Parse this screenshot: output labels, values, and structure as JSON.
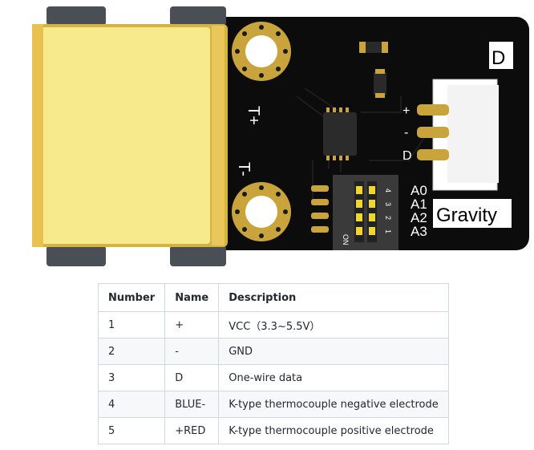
{
  "board": {
    "label_tplus": "T+",
    "label_tminus": "T-",
    "pin_d": "D",
    "pin_plus": "+",
    "pin_minus": "-",
    "pin_d2": "D",
    "switch_on": "ON",
    "switch_nums": [
      "1",
      "2",
      "3",
      "4"
    ],
    "addr_labels": [
      "A0",
      "A1",
      "A2",
      "A3"
    ],
    "brand": "Gravity"
  },
  "table": {
    "headers": [
      "Number",
      "Name",
      "Description"
    ],
    "rows": [
      {
        "number": "1",
        "name": "+",
        "description": "VCC（3.3~5.5V）"
      },
      {
        "number": "2",
        "name": "-",
        "description": "GND"
      },
      {
        "number": "3",
        "name": "D",
        "description": "One-wire data"
      },
      {
        "number": "4",
        "name": "BLUE-",
        "description": "K-type thermocouple negative electrode"
      },
      {
        "number": "5",
        "name": "+RED",
        "description": "K-type thermocouple positive electrode"
      }
    ]
  }
}
